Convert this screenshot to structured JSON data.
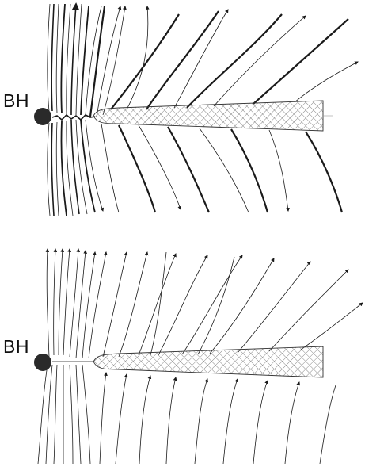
{
  "panels": [
    {
      "id": "top",
      "label": "BH",
      "variant": "bunched-field-with-x-point"
    },
    {
      "id": "bottom",
      "label": "BH",
      "variant": "open-field-outflow"
    }
  ],
  "colors": {
    "line": "#1a1a1a",
    "black_hole": "#2a2a2a",
    "disk_hatch": "#555555",
    "background": "#ffffff"
  },
  "legend": {
    "bh_symbol": "black-hole-circle-icon",
    "disk_symbol": "cross-hatched-accretion-disk"
  }
}
